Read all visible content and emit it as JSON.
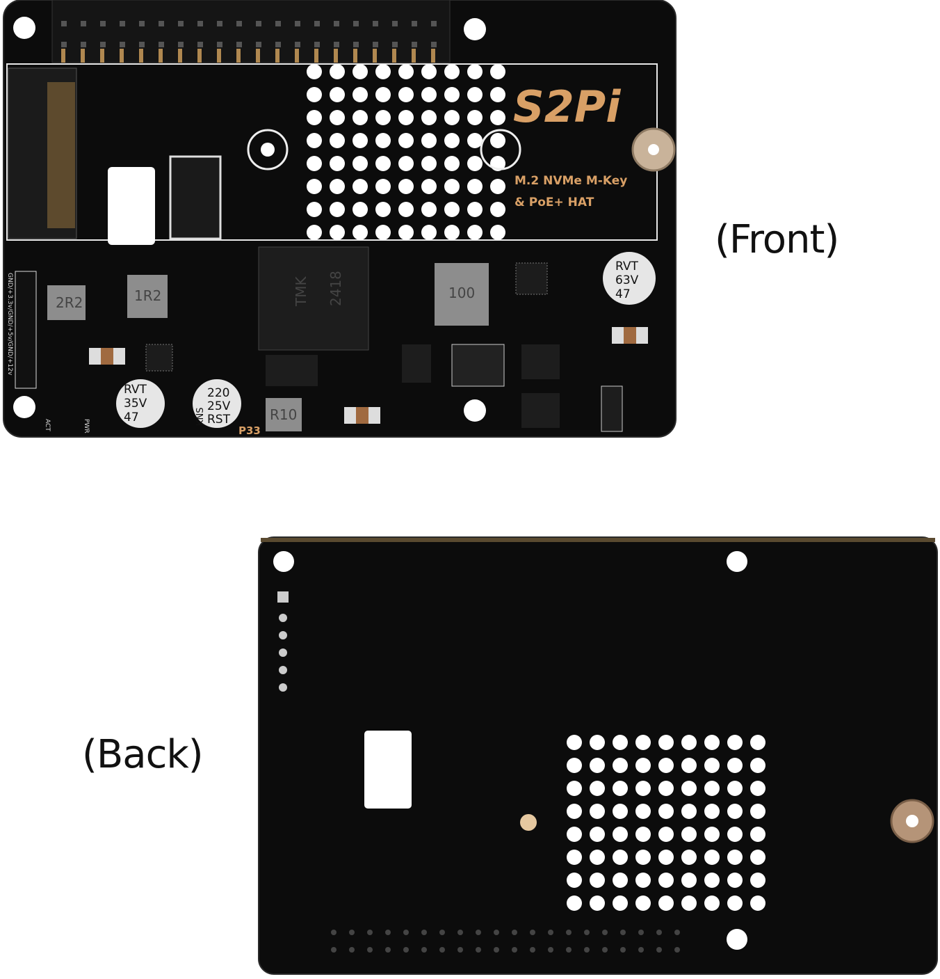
{
  "labels": {
    "front": "(Front)",
    "back": "(Back)"
  },
  "front_board": {
    "logo": "S2Pi",
    "title_line1": "M.2 NVMe M-Key",
    "title_line2": "& PoE+ HAT",
    "pin_header_label": "GND/+3.3v/GND/+5v/GND/+12v",
    "led_labels": [
      "ACT",
      "PWR"
    ],
    "inductors": [
      "2R2",
      "1R2",
      "100",
      "R10"
    ],
    "transformer": [
      "TMK",
      "2418"
    ],
    "capacitors": [
      {
        "lines": [
          "47",
          "35V",
          "RVT"
        ]
      },
      {
        "lines": [
          "220",
          "25V",
          "RST"
        ],
        "brand": "KNS"
      },
      {
        "lines": [
          "47",
          "63V",
          "RVT"
        ]
      }
    ],
    "part_ref": "P33"
  },
  "colors": {
    "pcb": "#0c0c0c",
    "silk_gold": "#d9a066",
    "board_edge": "#2a2a2a"
  }
}
